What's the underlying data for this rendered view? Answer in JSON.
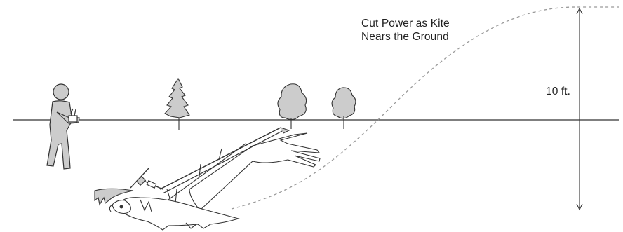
{
  "annotation": {
    "line1": "Cut Power as Kite",
    "line2": "Nears the Ground"
  },
  "height_label": "10 ft.",
  "colors": {
    "stroke": "#333333",
    "fill_gray": "#cccccc",
    "flight_path": "#999999"
  }
}
